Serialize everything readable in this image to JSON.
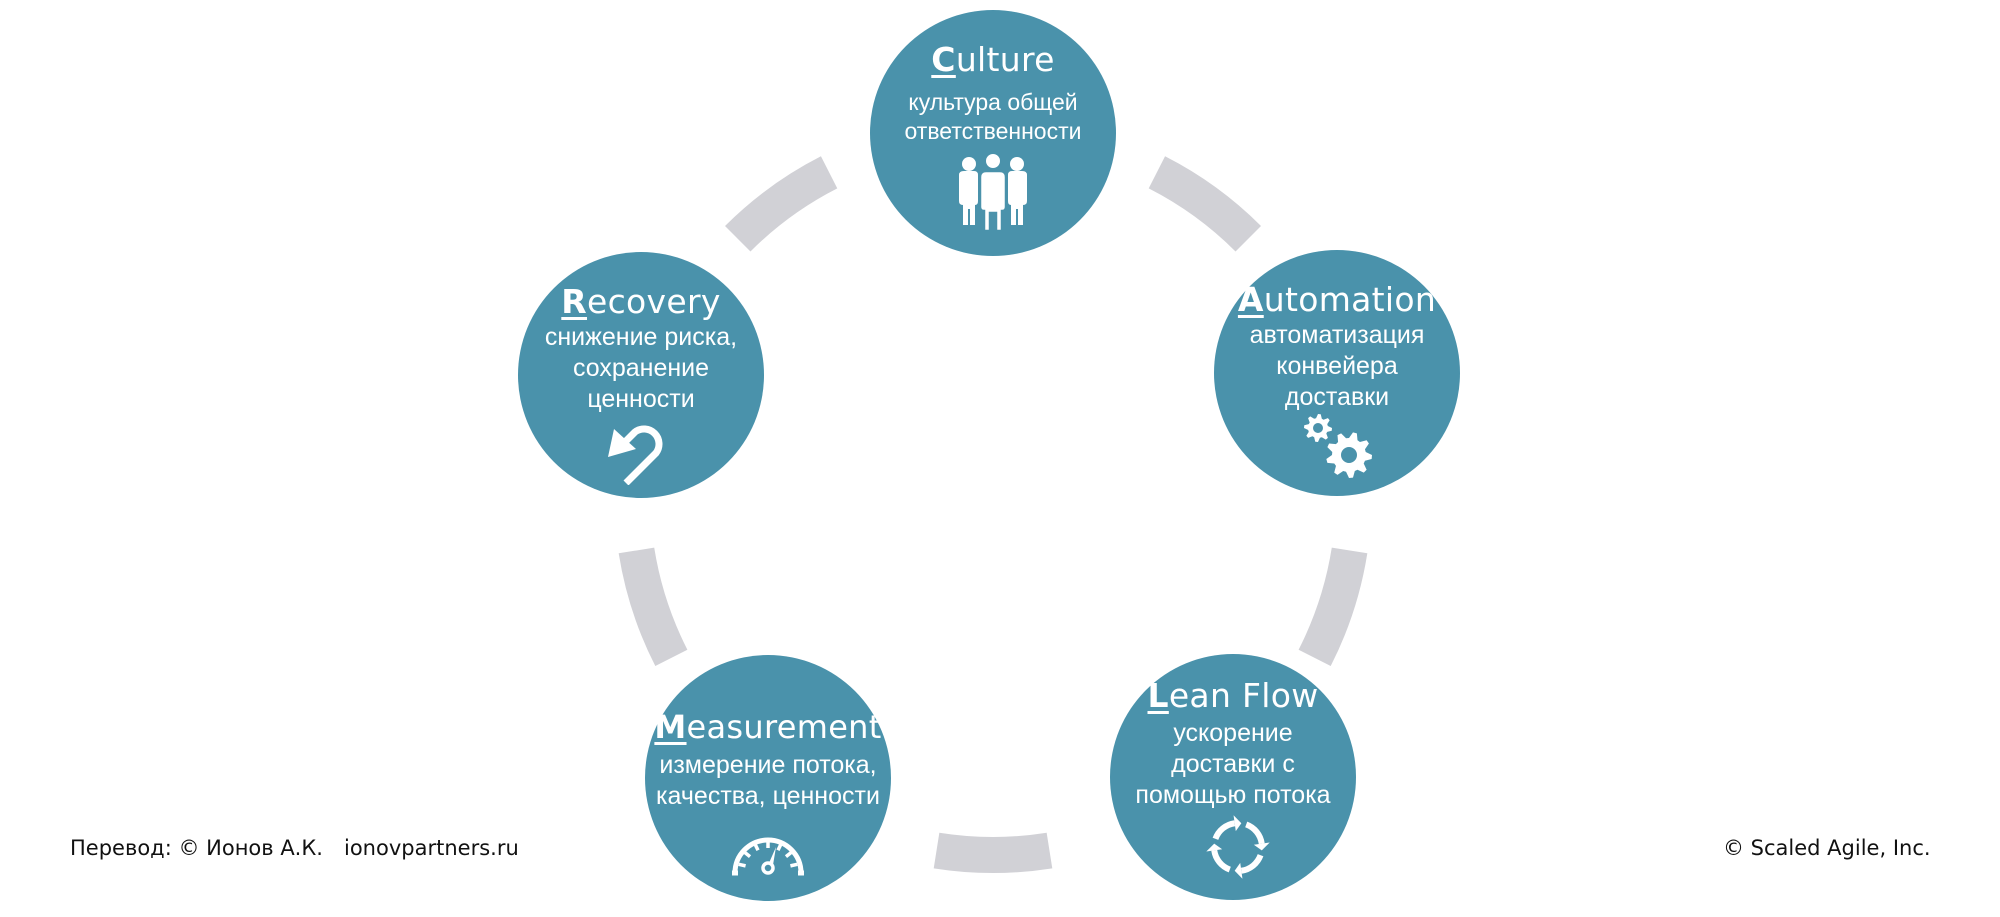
{
  "diagram": {
    "title": "CALMR",
    "colors": {
      "node_fill": "#4a92ab",
      "ring": "#d1d1d6",
      "text": "#ffffff",
      "footer_text": "#111111"
    },
    "nodes": [
      {
        "id": "culture",
        "title_initial": "C",
        "title_rest": "ulture",
        "subtitle_lines": [
          "культура общей",
          "ответственности"
        ],
        "icon": "people-group-icon"
      },
      {
        "id": "automation",
        "title_initial": "A",
        "title_rest": "utomation",
        "subtitle_lines": [
          "автоматизация",
          "конвейера",
          "доставки"
        ],
        "icon": "gears-icon"
      },
      {
        "id": "leanflow",
        "title_initial": "L",
        "title_rest": "ean Flow",
        "subtitle_lines": [
          "ускорение",
          "доставки с",
          "помощью потока"
        ],
        "icon": "cycle-arrows-icon"
      },
      {
        "id": "measurement",
        "title_initial": "M",
        "title_rest": "easurement",
        "subtitle_lines": [
          "измерение потока,",
          "качества, ценности"
        ],
        "icon": "gauge-icon"
      },
      {
        "id": "recovery",
        "title_initial": "R",
        "title_rest": "ecovery",
        "subtitle_lines": [
          "снижение риска,",
          "сохранение",
          "ценности"
        ],
        "icon": "undo-arrow-icon"
      }
    ]
  },
  "footer": {
    "translation": "Перевод: © Ионов А.К.",
    "site": "ionovpartners.ru",
    "copyright": "© Scaled Agile,  Inc."
  }
}
